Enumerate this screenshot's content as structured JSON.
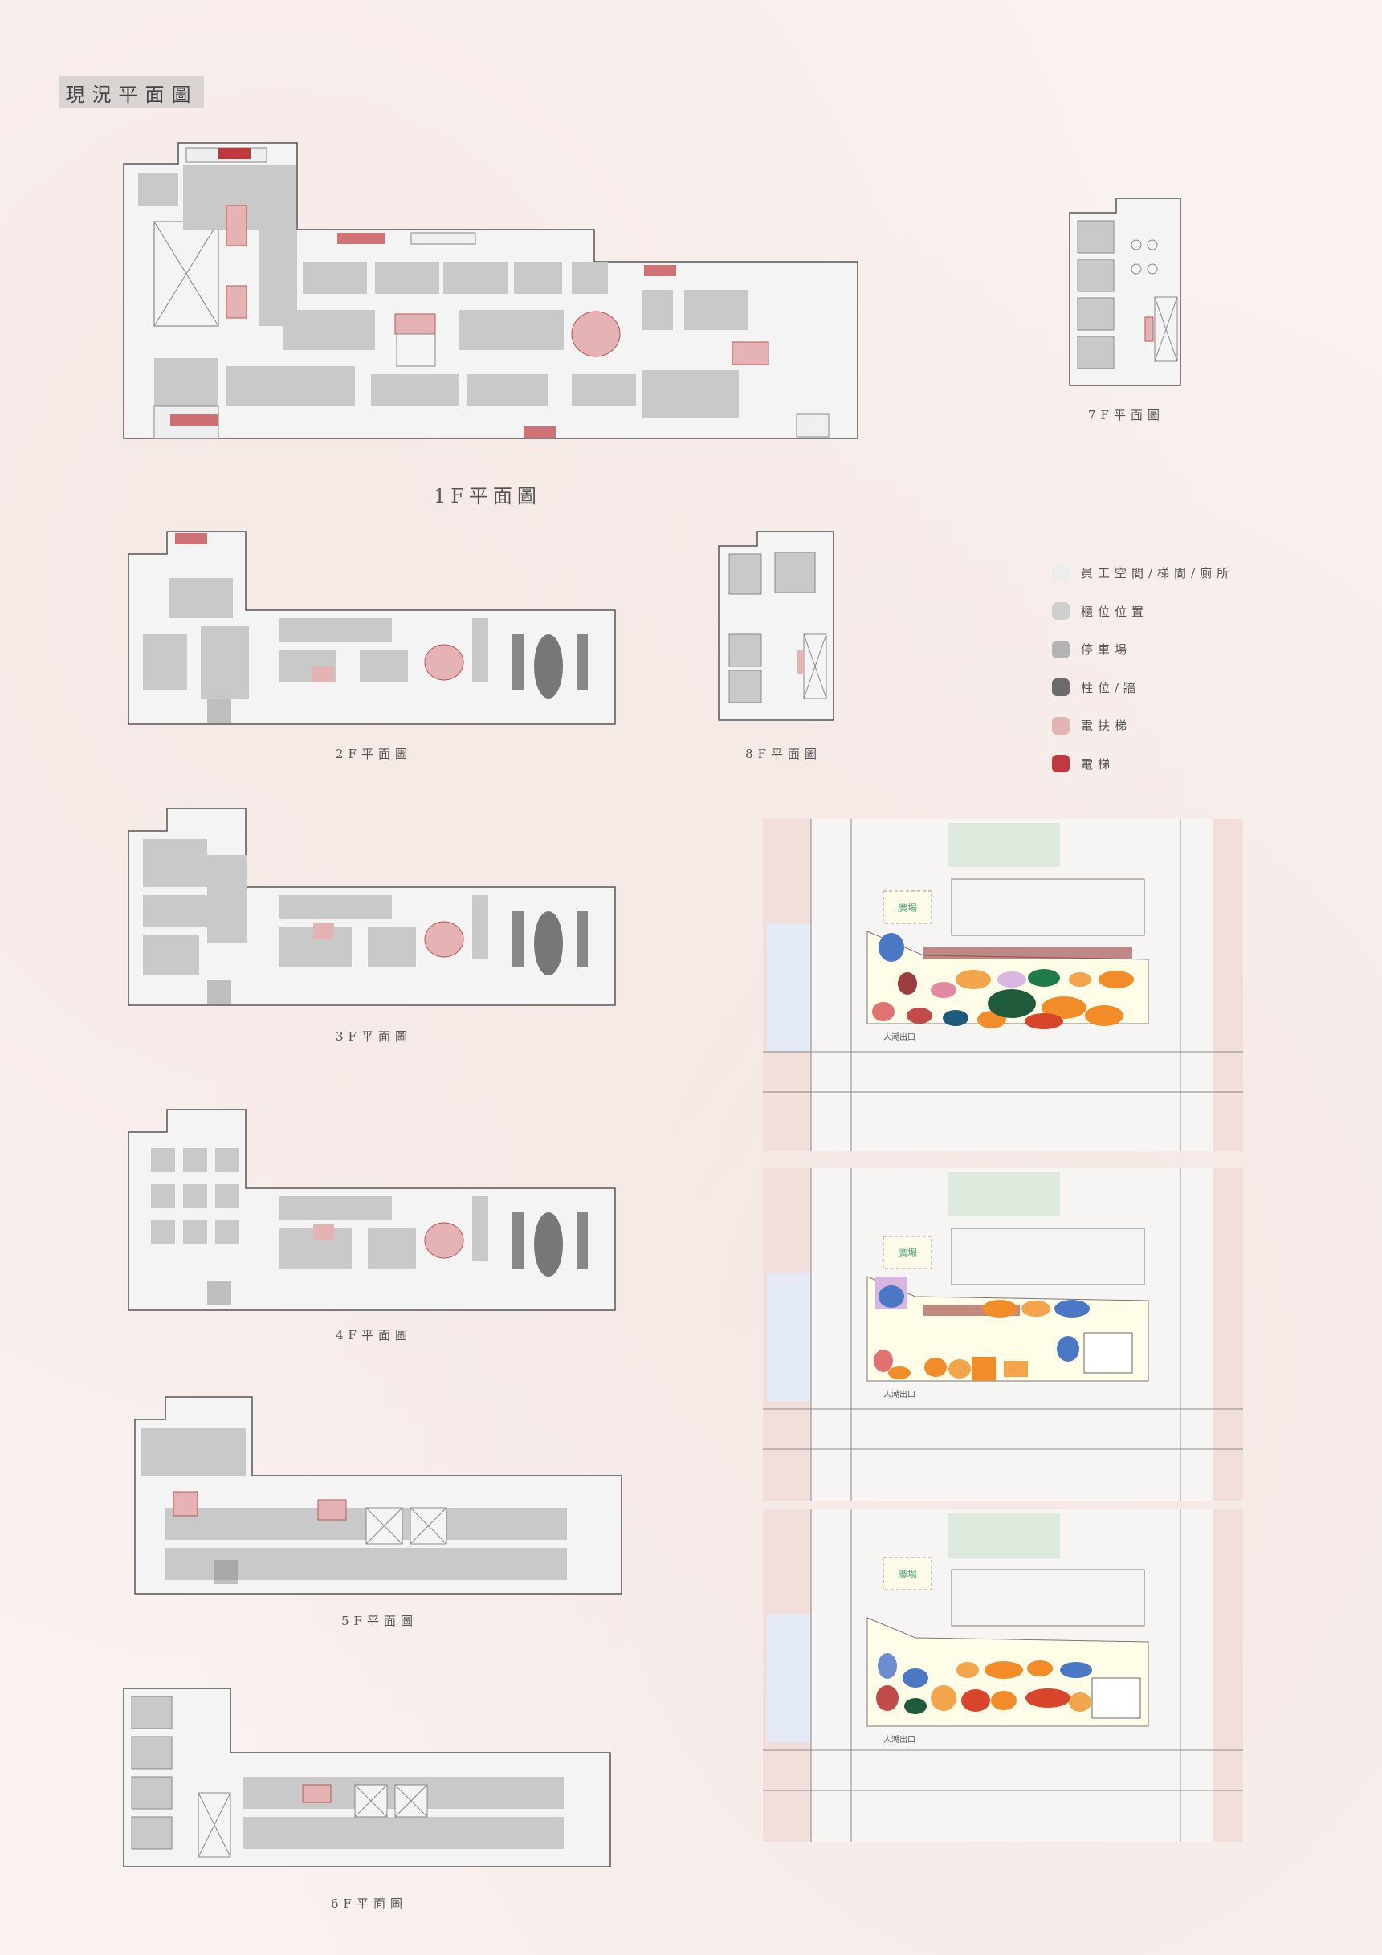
{
  "page": {
    "title": "現況平面圖"
  },
  "plans": [
    {
      "id": "1f",
      "label": "1F平面圖"
    },
    {
      "id": "7f",
      "label": "7F平面圖"
    },
    {
      "id": "2f",
      "label": "2F平面圖"
    },
    {
      "id": "8f",
      "label": "8F平面圖"
    },
    {
      "id": "3f",
      "label": "3F平面圖"
    },
    {
      "id": "4f",
      "label": "4F平面圖"
    },
    {
      "id": "5f",
      "label": "5F平面圖"
    },
    {
      "id": "6f",
      "label": "6F平面圖"
    }
  ],
  "legend": [
    {
      "label": "員工空間/梯間/廁所",
      "color": "#ededed"
    },
    {
      "label": "櫃位位置",
      "color": "#cfcfcf"
    },
    {
      "label": "停車場",
      "color": "#b3b3b3"
    },
    {
      "label": "柱位/牆",
      "color": "#6b6b6b"
    },
    {
      "label": "電扶梯",
      "color": "#e6b3b5"
    },
    {
      "label": "電梯",
      "color": "#c0393f"
    }
  ],
  "sketches": [
    {
      "id": "sketch-1",
      "entrance_label": "人潮出口",
      "plaza_label": "廣場"
    },
    {
      "id": "sketch-2",
      "entrance_label": "人潮出口",
      "plaza_label": "廣場"
    },
    {
      "id": "sketch-3",
      "entrance_label": "人潮出口",
      "plaza_label": "廣場"
    }
  ],
  "colors": {
    "counter": "#c9c9c9",
    "staff": "#efefef",
    "wall": "#6b6b6b",
    "escalator": "#e6b3b5",
    "elevator": "#c0393f"
  }
}
